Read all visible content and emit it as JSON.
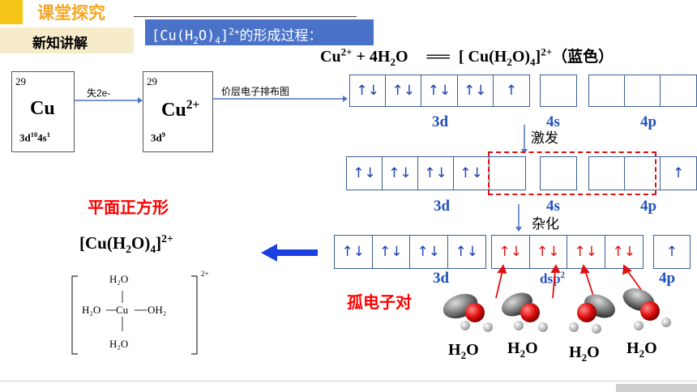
{
  "header": {
    "title": "课堂探究",
    "subtitle": "新知讲解",
    "topic_formula": "[Cu(H",
    "topic_sub2": "2",
    "topic_mid": "O)",
    "topic_sub4": "4",
    "topic_sup": "]",
    "topic_charge": "2+",
    "topic_tail": "的形成过程："
  },
  "equation": {
    "left": "Cu",
    "left_charge": "2+",
    "plus": " + 4H",
    "water_sub": "2",
    "water_tail": "O",
    "arrow": "══",
    "product": "[ Cu(H",
    "product_sub": "2",
    "product_mid": "O)",
    "product_sub4": "4",
    "product_end": "]",
    "product_charge": "2+",
    "color_note": "（蓝色）"
  },
  "cu_atom": {
    "number": "29",
    "symbol": "Cu",
    "config": "3d",
    "config_sup1": "10",
    "config_mid": "4s",
    "config_sup2": "1"
  },
  "lose_label": "失2e-",
  "cu_ion": {
    "number": "29",
    "symbol": "Cu",
    "charge": "2+",
    "config": "3d",
    "config_sup": "9"
  },
  "valence_label": "价层电子排布图",
  "orbital_labels": {
    "d": "3d",
    "s": "4s",
    "p": "4p",
    "dsp": "dsp",
    "dsp_sup": "2"
  },
  "arrows": {
    "paired": "↑↓",
    "single": "↑"
  },
  "steps": {
    "excite": "激发",
    "hybrid": "杂化"
  },
  "geometry": {
    "name": "平面正方形"
  },
  "complex": {
    "pre": "[Cu(H",
    "sub2": "2",
    "mid": "O)",
    "sub4": "4",
    "end": "]",
    "charge": "2+"
  },
  "structure": {
    "top": "H₂O",
    "left": "H₂O",
    "center": "Cu",
    "right": "OH₂",
    "bottom": "H₂O",
    "charge": "2+"
  },
  "lone_pair": "孤电子对",
  "water_labels": [
    "H",
    "H",
    "H",
    "H"
  ],
  "water_sub": "2",
  "water_o": "O",
  "colors": {
    "accent_yellow": "#f5c518",
    "accent_blue": "#4a72c9",
    "title_orange": "#f5a623",
    "red": "#ff0000",
    "orbital_blue": "#1f4fc0"
  }
}
